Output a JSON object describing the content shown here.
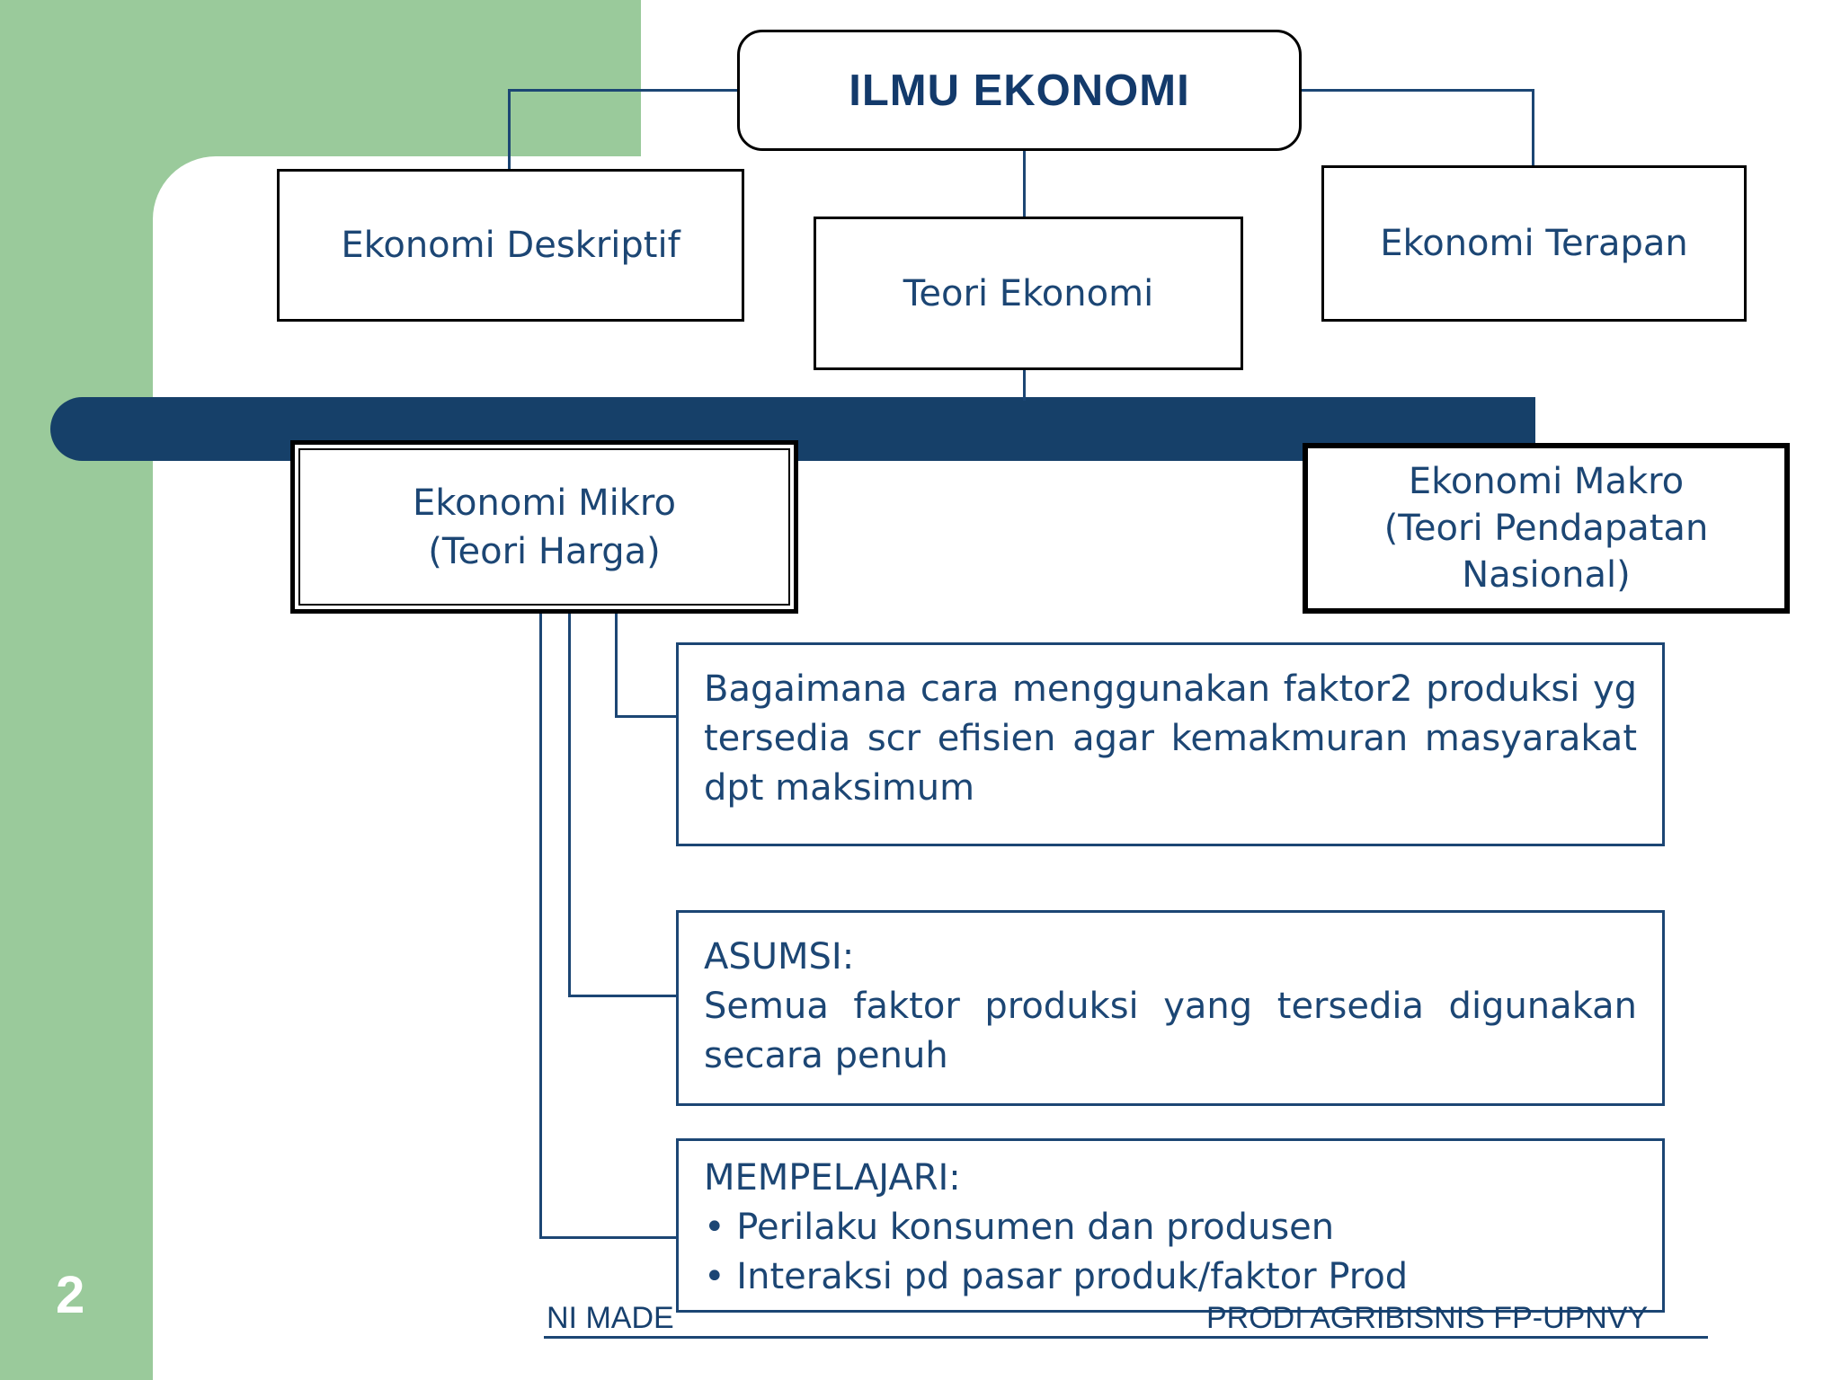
{
  "page_number": "2",
  "diagram": {
    "root_label": "ILMU EKONOMI",
    "branch_left_label": "Ekonomi Deskriptif",
    "branch_center_label": "Teori Ekonomi",
    "branch_right_label": "Ekonomi Terapan",
    "micro": {
      "line1": "Ekonomi Mikro",
      "line2": "(Teori Harga)"
    },
    "macro": {
      "line1": "Ekonomi Makro",
      "line2": "(Teori Pendapatan",
      "line3": "Nasional)"
    },
    "description_box": {
      "body": "Bagaimana cara menggunakan faktor2 produksi yg tersedia scr efisien agar kemakmuran masyarakat dpt maksimum"
    },
    "assumption_box": {
      "heading": "ASUMSI:",
      "body": "Semua faktor produksi yang tersedia digunakan secara penuh"
    },
    "study_box": {
      "heading": "MEMPELAJARI:",
      "bullet1": "• Perilaku konsumen dan produsen",
      "bullet2": "• Interaksi pd pasar produk/faktor Prod"
    }
  },
  "footer": {
    "left_text": "NI MADE",
    "right_text": "PRODI AGRIBISNIS FP-UPNVY"
  },
  "colors": {
    "sidebar_green": "#9aca9b",
    "accent_bar_navy": "#164069",
    "text_navy": "#1c4674",
    "title_navy": "#133a6b",
    "box_border_black": "#000000",
    "page_number_white": "#ffffff"
  }
}
